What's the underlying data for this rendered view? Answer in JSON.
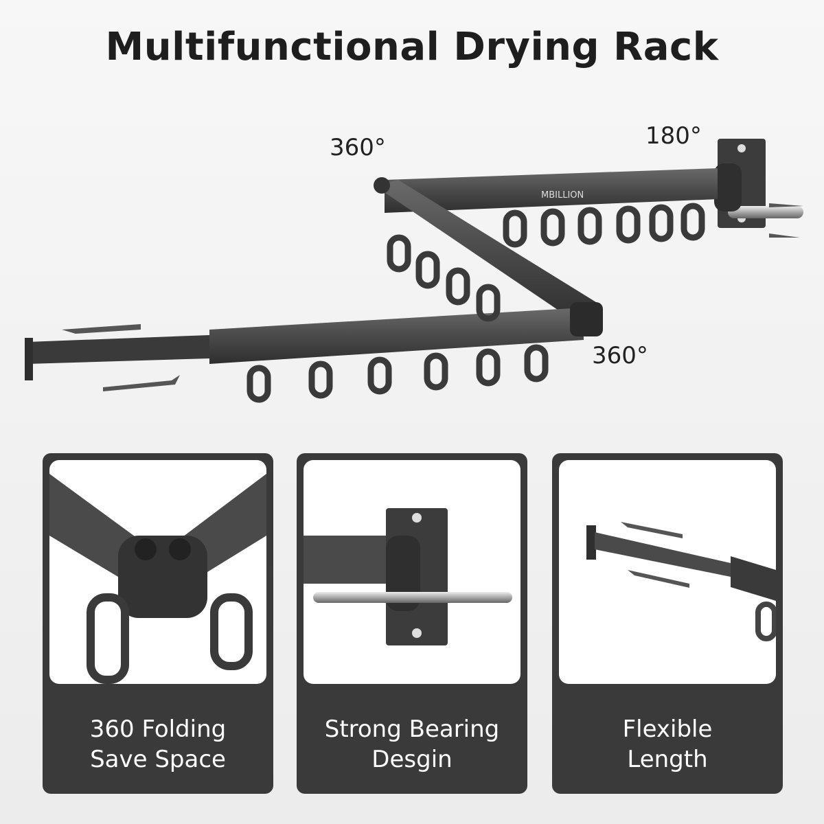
{
  "title": "Multifunctional Drying Rack",
  "brand": "MBILLION",
  "rotations": {
    "top_left": "360°",
    "top_right": "180°",
    "bottom_right": "360°"
  },
  "cards": [
    {
      "line1": "360 Folding",
      "line2": "Save Space"
    },
    {
      "line1": "Strong Bearing",
      "line2": "Desgin"
    },
    {
      "line1": "Flexible",
      "line2": "Length"
    }
  ],
  "colors": {
    "rack": "#4a4a4a",
    "rack_dark": "#2f2f2f",
    "card_bg": "#3a3a3a",
    "text": "#1e1e1e"
  }
}
